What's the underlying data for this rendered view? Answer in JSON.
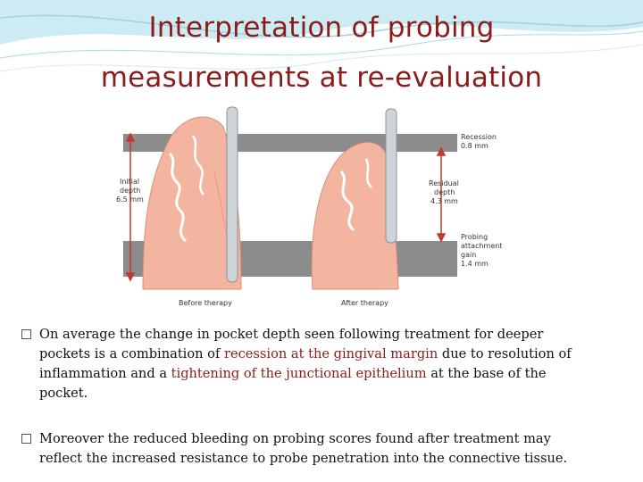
{
  "slide": {
    "title_line1": "Interpretation of probing",
    "title_line2": "measurements at re-evaluation",
    "colors": {
      "title": "#8a1c1c",
      "highlight": "#8a1c1c",
      "background_waves": "#bfe6ef",
      "gingiva": "#f3b5a0",
      "band": "#8c8c8c",
      "arrow": "#c0392b"
    }
  },
  "figure": {
    "left_labels": {
      "line1": "Initial",
      "line2": "depth",
      "line3": "6.5 mm"
    },
    "recession_labels": {
      "line1": "Recession",
      "line2": "0.8 mm"
    },
    "residual_labels": {
      "line1": "Residual",
      "line2": "depth",
      "line3": "4.3 mm"
    },
    "gain_labels": {
      "line1": "Probing",
      "line2": "attachment",
      "line3": "gain",
      "line4": "1.4 mm"
    },
    "caption_before": "Before therapy",
    "caption_after": "After therapy"
  },
  "bullets": [
    {
      "text_a": "On average the change in pocket depth seen following treatment for deeper pockets is a combination of ",
      "highlight_a": "recession at the gingival margin",
      "text_b": " due to resolution of inflammation and a ",
      "highlight_b": "tightening of the junctional epithelium",
      "text_c": " at the base of the pocket."
    },
    {
      "text_a": "Moreover the reduced bleeding on probing scores found after treatment may reflect the increased resistance to probe penetration into the connective tissue."
    }
  ]
}
